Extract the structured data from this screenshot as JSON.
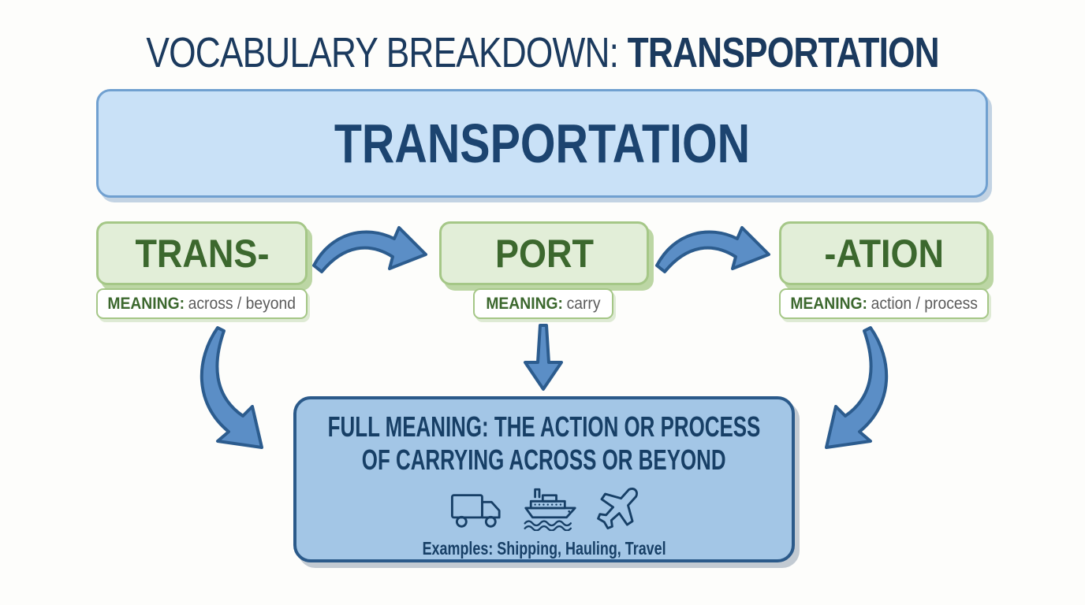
{
  "title": {
    "prefix": "VOCABULARY BREAKDOWN: ",
    "word": "TRANSPORTATION"
  },
  "main_box": {
    "word": "TRANSPORTATION"
  },
  "parts": [
    {
      "label": "TRANS-",
      "meaning_label": "MEANING:",
      "meaning": "across / beyond"
    },
    {
      "label": "PORT",
      "meaning_label": "MEANING:",
      "meaning": "carry"
    },
    {
      "label": "-ATION",
      "meaning_label": "MEANING:",
      "meaning": "action / process"
    }
  ],
  "full_meaning": {
    "line1": "FULL MEANING: THE ACTION OR PROCESS",
    "line2": "OF CARRYING ACROSS OR BEYOND",
    "examples": "Examples: Shipping, Hauling, Travel",
    "icons": [
      "truck-icon",
      "ship-icon",
      "airplane-icon"
    ]
  },
  "colors": {
    "page_bg": "#fdfdfb",
    "title_text": "#1b3a5e",
    "main_box_bg": "#c9e1f7",
    "main_box_border": "#70a0d0",
    "main_text": "#1c4470",
    "part_box_bg": "#e2eed8",
    "part_box_border": "#a5c787",
    "part_box_shadow": "#bcd6a4",
    "part_text": "#3c682e",
    "meaning_box_bg": "#ffffff",
    "meaning_box_border": "#a5c787",
    "meaning_label_text": "#3c682e",
    "meaning_value_text": "#5c5c5c",
    "arrow_fill": "#5b8ec6",
    "arrow_stroke": "#2c5c8e",
    "bottom_box_bg": "#a3c6e6",
    "bottom_box_border": "#2b5a8a",
    "bottom_text": "#173f66"
  }
}
